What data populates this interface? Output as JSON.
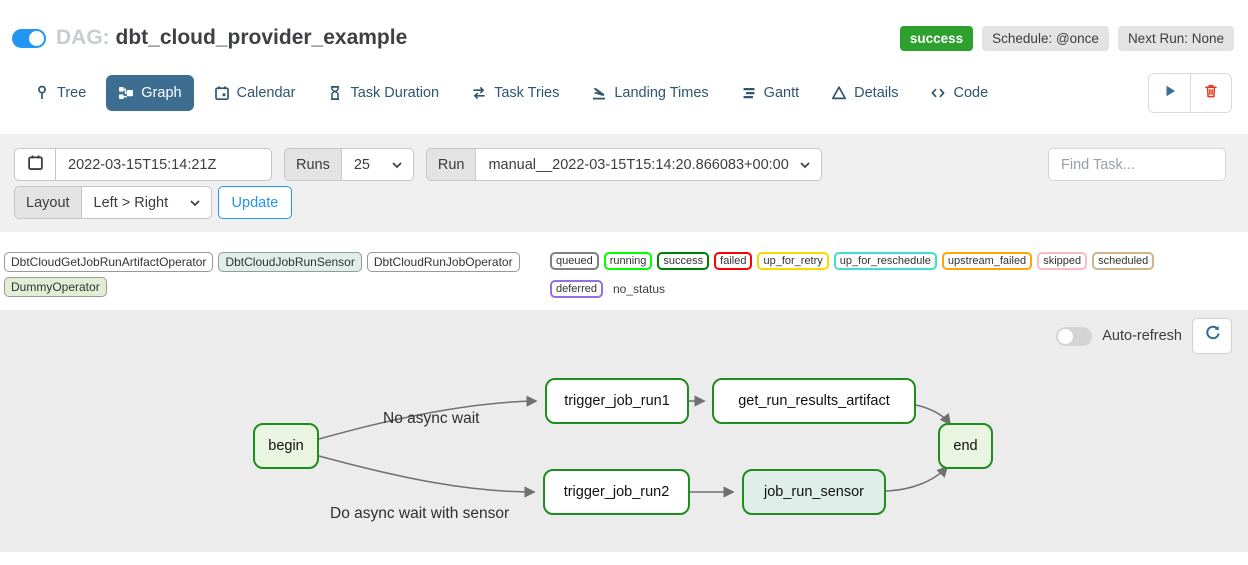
{
  "header": {
    "dag_prefix": "DAG:",
    "dag_id": "dbt_cloud_provider_example",
    "status_badge": "success",
    "schedule_badge": "Schedule: @once",
    "next_run_badge": "Next Run: None"
  },
  "tabs": [
    {
      "label": "Tree",
      "icon": "tree-icon",
      "active": false
    },
    {
      "label": "Graph",
      "icon": "graph-icon",
      "active": true
    },
    {
      "label": "Calendar",
      "icon": "calendar-icon",
      "active": false
    },
    {
      "label": "Task Duration",
      "icon": "hourglass-icon",
      "active": false
    },
    {
      "label": "Task Tries",
      "icon": "retry-arrows-icon",
      "active": false
    },
    {
      "label": "Landing Times",
      "icon": "plane-landing-icon",
      "active": false
    },
    {
      "label": "Gantt",
      "icon": "gantt-icon",
      "active": false
    },
    {
      "label": "Details",
      "icon": "triangle-icon",
      "active": false
    },
    {
      "label": "Code",
      "icon": "code-icon",
      "active": false
    }
  ],
  "toolbar": {
    "play_icon": "play-icon",
    "delete_icon": "trash-icon"
  },
  "filters": {
    "execution_date": "2022-03-15T15:14:21Z",
    "runs_label": "Runs",
    "runs_value": "25",
    "run_label": "Run",
    "run_value": "manual__2022-03-15T15:14:20.866083+00:00",
    "find_task_placeholder": "Find Task...",
    "layout_label": "Layout",
    "layout_value": "Left > Right",
    "update_label": "Update"
  },
  "legend": {
    "operators": [
      {
        "label": "DbtCloudGetJobRunArtifactOperator",
        "fill": "#ffffff"
      },
      {
        "label": "DbtCloudJobRunSensor",
        "fill": "#e0eeea"
      },
      {
        "label": "DbtCloudRunJobOperator",
        "fill": "#ffffff"
      },
      {
        "label": "DummyOperator",
        "fill": "#e1eed6"
      }
    ],
    "statuses": [
      {
        "label": "queued",
        "color": "#808080"
      },
      {
        "label": "running",
        "color": "#00ff00"
      },
      {
        "label": "success",
        "color": "#008000"
      },
      {
        "label": "failed",
        "color": "#ff0000"
      },
      {
        "label": "up_for_retry",
        "color": "#ffd700"
      },
      {
        "label": "up_for_reschedule",
        "color": "#40e0d0"
      },
      {
        "label": "upstream_failed",
        "color": "#ffa500"
      },
      {
        "label": "skipped",
        "color": "#ffb9c6"
      },
      {
        "label": "scheduled",
        "color": "#d2b48c"
      },
      {
        "label": "deferred",
        "color": "#9370db"
      },
      {
        "label": "no_status",
        "color": "none"
      }
    ]
  },
  "graph": {
    "auto_refresh_label": "Auto-refresh",
    "auto_refresh_on": false,
    "nodes": [
      {
        "label": "begin",
        "fill": "#e9f5e1",
        "border": "#1d8e1d"
      },
      {
        "label": "trigger_job_run1",
        "fill": "#ffffff",
        "border": "#1d8e1d"
      },
      {
        "label": "get_run_results_artifact",
        "fill": "#ffffff",
        "border": "#1d8e1d"
      },
      {
        "label": "end",
        "fill": "#e9f5e1",
        "border": "#1d8e1d"
      },
      {
        "label": "trigger_job_run2",
        "fill": "#ffffff",
        "border": "#1d8e1d"
      },
      {
        "label": "job_run_sensor",
        "fill": "#e0eeea",
        "border": "#1d8e1d"
      }
    ],
    "edges": [
      {
        "from": "begin",
        "to": "trigger_job_run1",
        "label": "No async wait"
      },
      {
        "from": "begin",
        "to": "trigger_job_run2",
        "label": "Do async wait with sensor"
      },
      {
        "from": "trigger_job_run1",
        "to": "get_run_results_artifact",
        "label": ""
      },
      {
        "from": "get_run_results_artifact",
        "to": "end",
        "label": ""
      },
      {
        "from": "trigger_job_run2",
        "to": "job_run_sensor",
        "label": ""
      },
      {
        "from": "job_run_sensor",
        "to": "end",
        "label": ""
      }
    ],
    "edge_labels": [
      {
        "text": "No async wait"
      },
      {
        "text": "Do async wait with sensor"
      }
    ]
  },
  "colors": {
    "accent_blue": "#2196f3",
    "tab_active_bg": "#3d6e92",
    "tab_text": "#2f566e",
    "success_badge_green": "#2da02d",
    "badge_gray": "#e3e3e3",
    "filter_panel_gray": "#f0f0f0",
    "graph_panel_gray": "#ececec",
    "node_border_green": "#1d8e1d",
    "node_fill_green": "#e9f5e1",
    "sensor_fill": "#e0eeea",
    "dummy_fill": "#e1eed6",
    "edge_gray": "#707070",
    "delete_red": "#e43921"
  }
}
